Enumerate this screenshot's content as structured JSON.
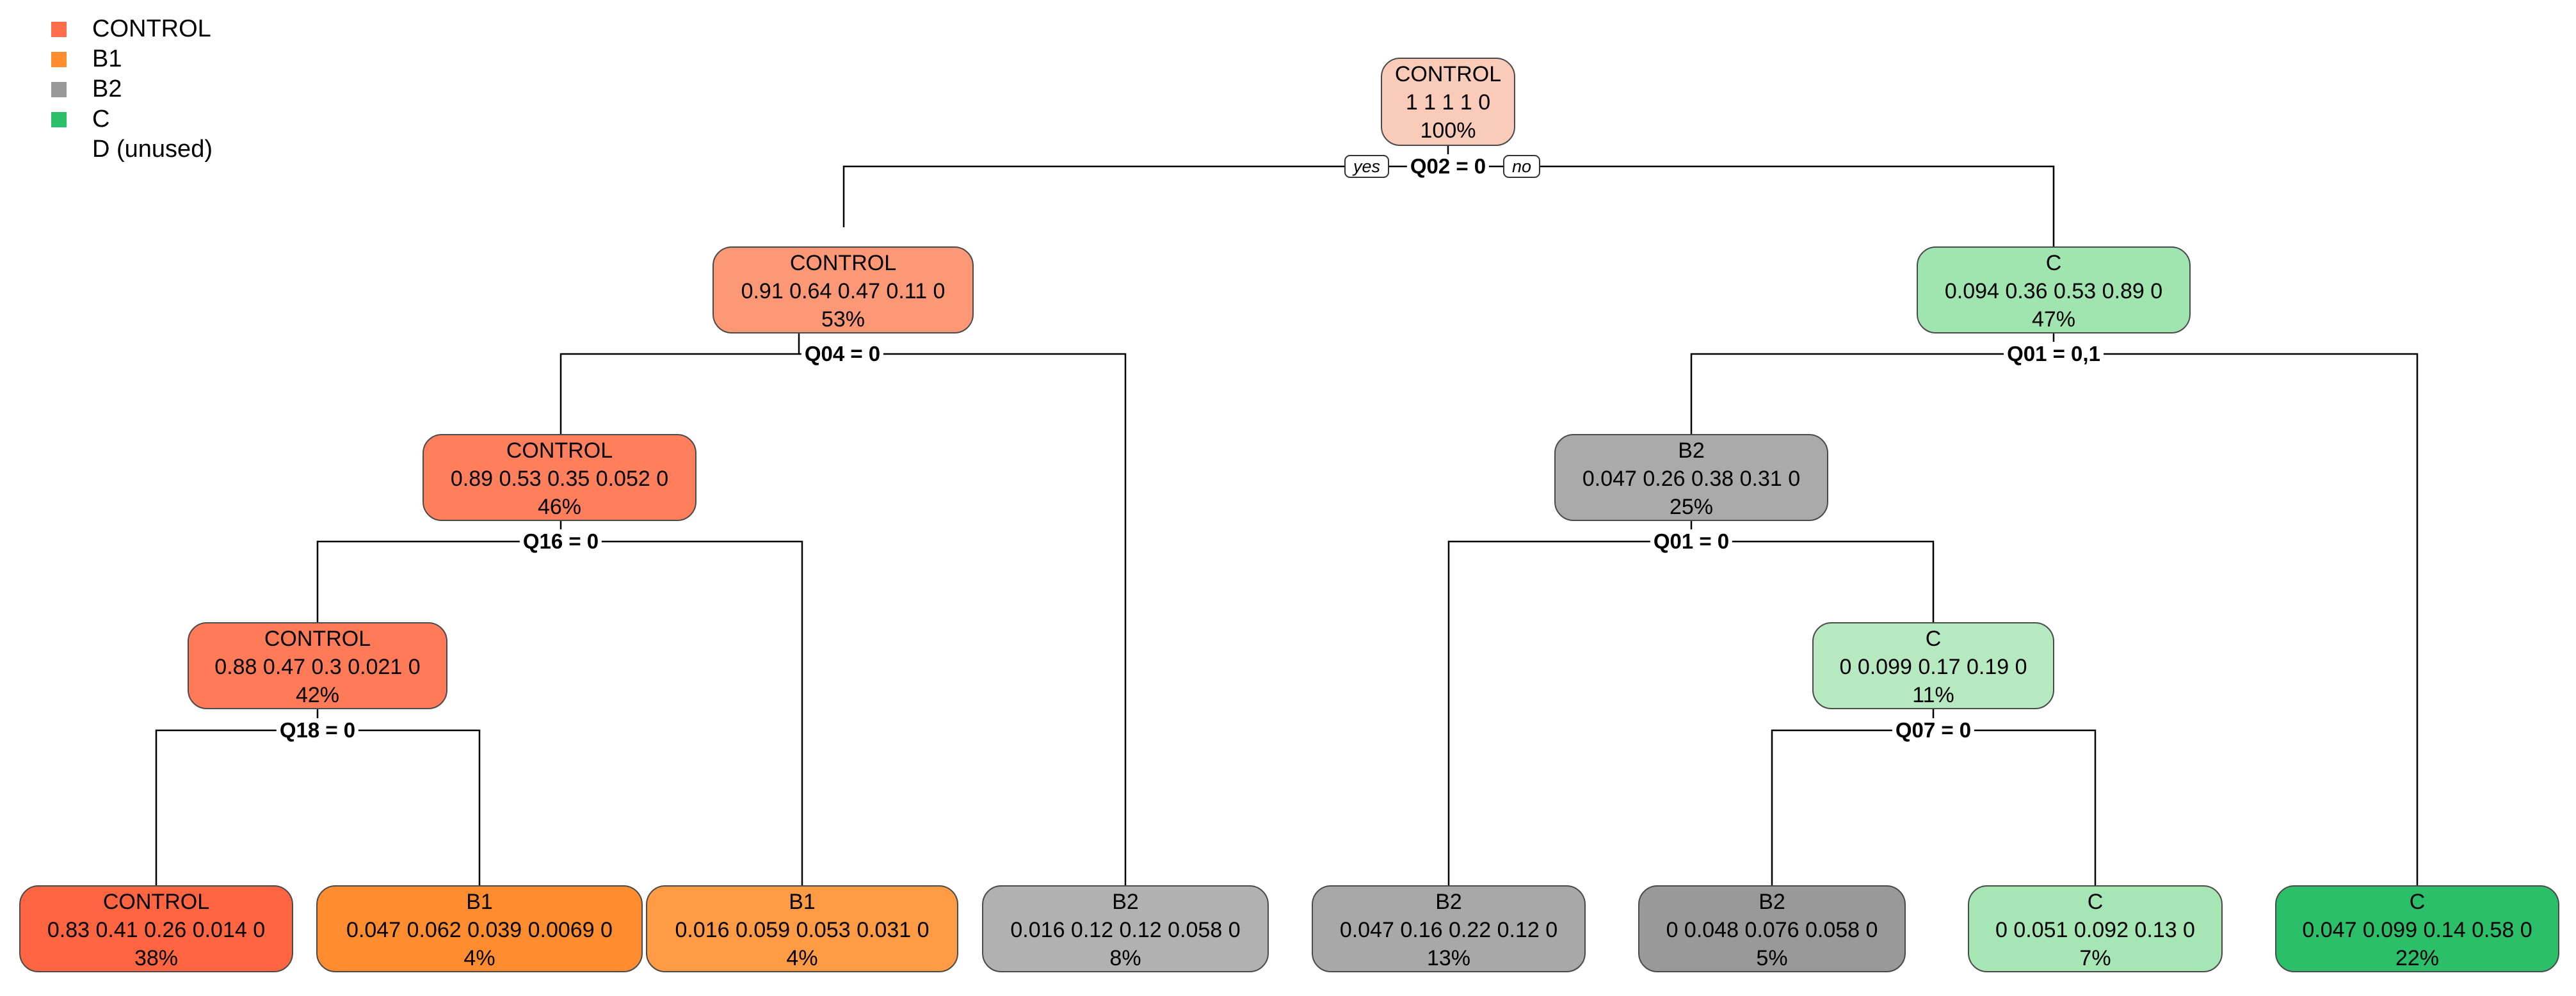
{
  "legend": {
    "items": [
      {
        "label": "CONTROL",
        "color": "#ff6e4a"
      },
      {
        "label": "B1",
        "color": "#ff8c2e"
      },
      {
        "label": "B2",
        "color": "#999999"
      },
      {
        "label": "C",
        "color": "#2bbf6a"
      },
      {
        "label": "D (unused)",
        "color": ""
      }
    ]
  },
  "tree": {
    "root": {
      "cls": "CONTROL",
      "probs": "1  1  1  1  0",
      "pct": "100%",
      "fill": "#fbcbb9"
    },
    "root_split": {
      "label": "Q02 = 0",
      "yes": "yes",
      "no": "no"
    },
    "n2": {
      "cls": "CONTROL",
      "probs": "0.91  0.64  0.47  0.11  0",
      "pct": "53%",
      "fill": "#fd9877",
      "split": "Q04 = 0"
    },
    "n3": {
      "cls": "C",
      "probs": "0.094  0.36  0.53  0.89  0",
      "pct": "47%",
      "fill": "#a0e4b0",
      "split": "Q01 = 0,1"
    },
    "n4": {
      "cls": "CONTROL",
      "probs": "0.89  0.53  0.35  0.052  0",
      "pct": "46%",
      "fill": "#ff7f5c",
      "split": "Q16 = 0"
    },
    "n6": {
      "cls": "B2",
      "probs": "0.047  0.26  0.38  0.31  0",
      "pct": "25%",
      "fill": "#aaaaaa",
      "split": "Q01 = 0"
    },
    "n8": {
      "cls": "CONTROL",
      "probs": "0.88  0.47  0.3  0.021  0",
      "pct": "42%",
      "fill": "#ff7b58",
      "split": "Q18 = 0"
    },
    "n13": {
      "cls": "C",
      "probs": "0  0.099  0.17  0.19  0",
      "pct": "11%",
      "fill": "#b6e9c0",
      "split": "Q07 = 0"
    },
    "leaves": [
      {
        "cls": "CONTROL",
        "probs": "0.83  0.41  0.26  0.014  0",
        "pct": "38%",
        "fill": "#ff6540"
      },
      {
        "cls": "B1",
        "probs": "0.047  0.062  0.039  0.0069  0",
        "pct": "4%",
        "fill": "#ff8c2e"
      },
      {
        "cls": "B1",
        "probs": "0.016  0.059  0.053  0.031  0",
        "pct": "4%",
        "fill": "#ff9a45"
      },
      {
        "cls": "B2",
        "probs": "0.016  0.12  0.12  0.058  0",
        "pct": "8%",
        "fill": "#b1b1b1"
      },
      {
        "cls": "B2",
        "probs": "0.047  0.16  0.22  0.12  0",
        "pct": "13%",
        "fill": "#a8a8a8"
      },
      {
        "cls": "B2",
        "probs": "0  0.048  0.076  0.058  0",
        "pct": "5%",
        "fill": "#999999"
      },
      {
        "cls": "C",
        "probs": "0  0.051  0.092  0.13  0",
        "pct": "7%",
        "fill": "#a6e6b4"
      },
      {
        "cls": "C",
        "probs": "0.047  0.099  0.14  0.58  0",
        "pct": "22%",
        "fill": "#2bbf6a"
      }
    ]
  }
}
